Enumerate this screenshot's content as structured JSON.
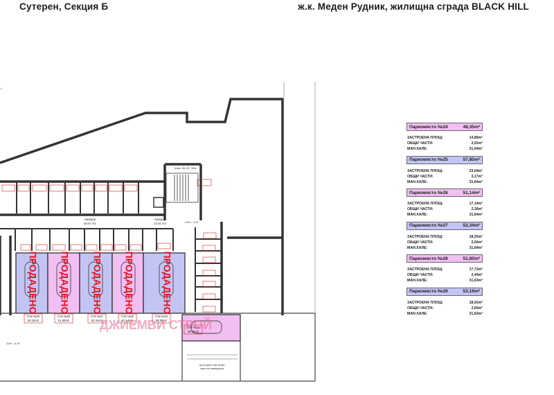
{
  "header": {
    "left": "Сутерен, Секция Б",
    "right": "ж.к. Меден Рудник, жилищна сграда BLACK HILL"
  },
  "colors": {
    "pink": "#f2bff2",
    "blue": "#c4c4f4",
    "sold": "#e0141e",
    "wall": "#333333"
  },
  "plan": {
    "sold_label": "ПРОДАДЕНО",
    "watermark": "ДЖИЕМВИ СТРОЙ",
    "corridor1": {
      "name": "коридор",
      "area": "56.67 m2"
    },
    "corridor2": {
      "name": "коридор",
      "area": "22.91 m2"
    },
    "stair_label": "Шахт 36.25 / 38m",
    "level1": "-3.60 / -3.15",
    "level2": "-3.80 / -3.15",
    "exit_label_1": "тротоарни настилки",
    "exit_label_2": "зона за евакуация",
    "parking": [
      {
        "name": "П.М №29",
        "area": "53.16m2"
      },
      {
        "name": "П.М №28",
        "area": "51.80m2"
      },
      {
        "name": "П.М №27",
        "area": "52.34m2"
      },
      {
        "name": "П.М №26",
        "area": "51.14m2"
      },
      {
        "name": "П.М №25",
        "area": "57.85m2"
      },
      {
        "name": "П.М №24",
        "area": "48.35m2"
      }
    ]
  },
  "legend": [
    {
      "title": "Паркомясто №24",
      "area": "48,35m²",
      "color": "pink",
      "built": "14,89m²",
      "common": "2,02m²",
      "land": "31,64m²"
    },
    {
      "title": "Паркомясто №25",
      "area": "57,85m²",
      "color": "blue",
      "built": "23,04m²",
      "common": "3,17m²",
      "land": "31,64m²"
    },
    {
      "title": "Паркомясто №26",
      "area": "51,14m²",
      "color": "pink",
      "built": "17,14m²",
      "common": "2,36m²",
      "land": "31,64m²"
    },
    {
      "title": "Паркомясто №27",
      "area": "52,34m²",
      "color": "blue",
      "built": "18,20m²",
      "common": "2,50m²",
      "land": "31,64m²"
    },
    {
      "title": "Паркомясто №28",
      "area": "51,80m²",
      "color": "pink",
      "built": "17,73m²",
      "common": "2,44m²",
      "land": "31,63m²"
    },
    {
      "title": "Паркомясто №29",
      "area": "53,16m²",
      "color": "blue",
      "built": "18,93m²",
      "common": "2,60m²",
      "land": "31,63m²"
    }
  ],
  "legend_labels": {
    "built": "ЗАСТРОЕНА ПЛОЩ:",
    "common": "ОБЩИ ЧАСТИ:",
    "land": "МАН.ХАЛЕ:"
  }
}
